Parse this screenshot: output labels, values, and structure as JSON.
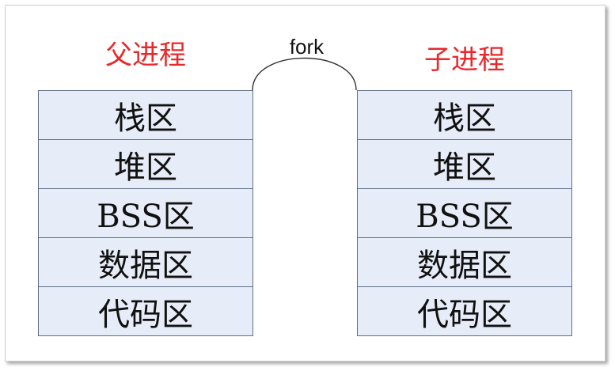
{
  "diagram": {
    "fork_label": "fork",
    "parent": {
      "title": "父进程",
      "segments": [
        "栈区",
        "堆区",
        "BSS区",
        "数据区",
        "代码区"
      ]
    },
    "child": {
      "title": "子进程",
      "segments": [
        "栈区",
        "堆区",
        "BSS区",
        "数据区",
        "代码区"
      ]
    }
  },
  "colors": {
    "title": "#e8292b",
    "segment_fill": "#e7edf8",
    "segment_border": "#5f6f86",
    "connector": "#333333"
  }
}
